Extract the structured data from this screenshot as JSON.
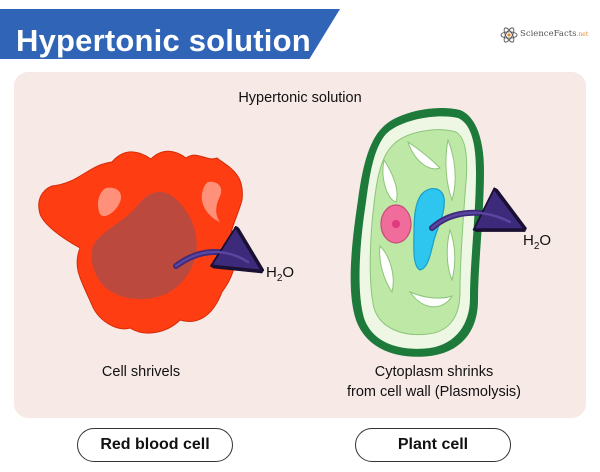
{
  "header": {
    "title": "Hypertonic solution",
    "logo_text": "ScienceFacts",
    "logo_suffix": ".net"
  },
  "diagram": {
    "solution_label": "Hypertonic solution",
    "left": {
      "caption": "Cell shrivels",
      "water_label": "H",
      "water_sub": "2",
      "water_tail": "O",
      "button_label": "Red blood cell"
    },
    "right": {
      "caption_line1": "Cytoplasm shrinks",
      "caption_line2": "from cell wall (Plasmolysis)",
      "water_label": "H",
      "water_sub": "2",
      "water_tail": "O",
      "button_label": "Plant cell"
    }
  },
  "colors": {
    "banner": "#2f64b7",
    "panel": "#f7e9e6",
    "rbc_outer": "#ff3d12",
    "rbc_inner": "#b54a44",
    "cell_wall": "#1d7a3a",
    "cytoplasm": "#bde8a6",
    "vacuole": "#2ec5ef",
    "nucleus": "#ef6c9b",
    "arrow": "#3d2a7a"
  }
}
